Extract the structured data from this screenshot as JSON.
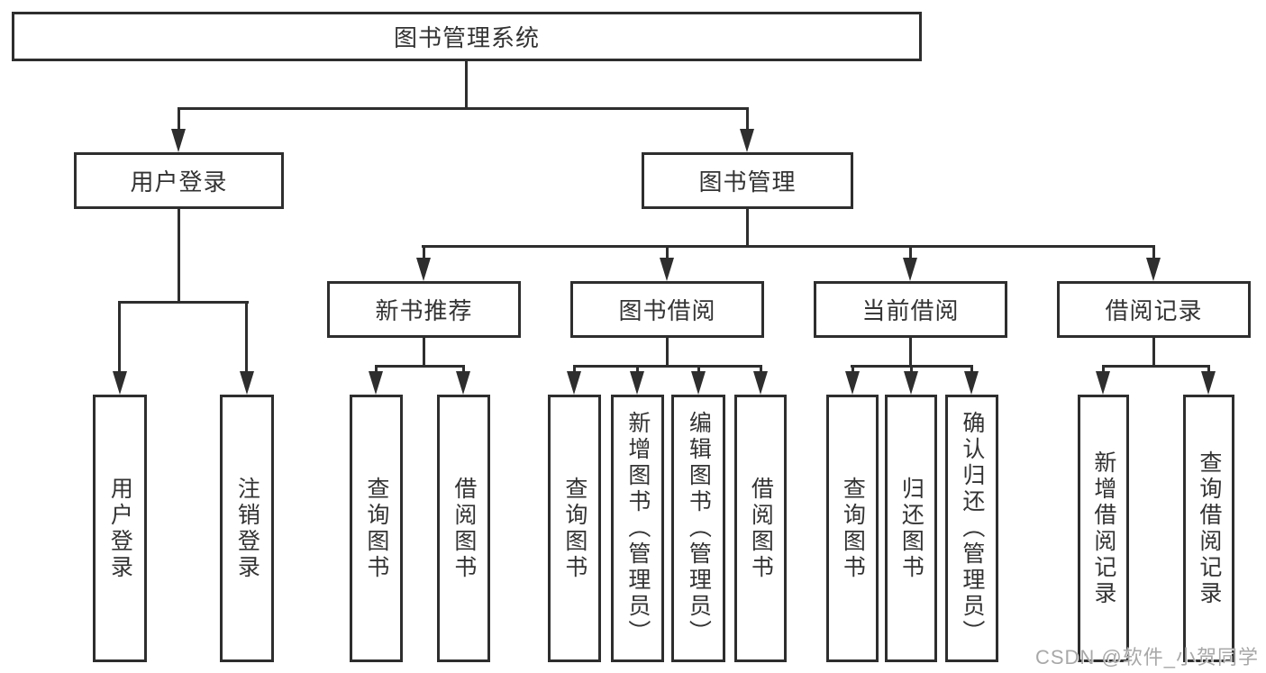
{
  "tree": {
    "root": {
      "label": "图书管理系统"
    },
    "user_login": {
      "label": "用户登录",
      "children": [
        {
          "label": "用户登录"
        },
        {
          "label": "注销登录"
        }
      ]
    },
    "book_management": {
      "label": "图书管理",
      "sections": [
        {
          "label": "新书推荐",
          "children": [
            {
              "label": "查询图书"
            },
            {
              "label": "借阅图书"
            }
          ]
        },
        {
          "label": "图书借阅",
          "children": [
            {
              "label": "查询图书"
            },
            {
              "label": "新增图书（管理员）"
            },
            {
              "label": "编辑图书（管理员）"
            },
            {
              "label": "借阅图书"
            }
          ]
        },
        {
          "label": "当前借阅",
          "children": [
            {
              "label": "查询图书"
            },
            {
              "label": "归还图书"
            },
            {
              "label": "确认归还（管理员）"
            }
          ]
        },
        {
          "label": "借阅记录",
          "children": [
            {
              "label": "新增借阅记录"
            },
            {
              "label": "查询借阅记录"
            }
          ]
        }
      ]
    }
  },
  "watermark": {
    "text": "CSDN @软件_小贺同学"
  },
  "colors": {
    "line": "#2e2e2e",
    "text": "#333333",
    "background": "#ffffff",
    "watermark": "#a8a8a8"
  }
}
